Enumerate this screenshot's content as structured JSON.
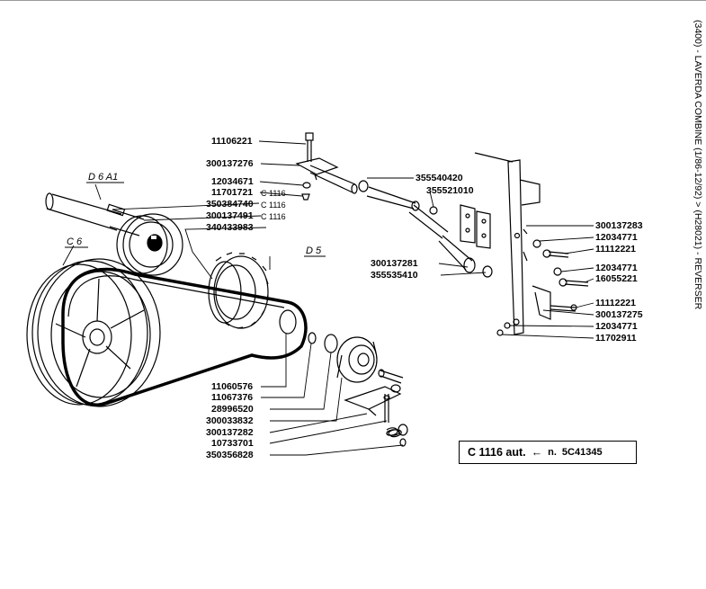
{
  "page": {
    "title": "(3400) - LAVERDA COMBINE (1/86-12/92) > (H28021) - REVERSER"
  },
  "groups": [
    "D 6  A1",
    "C 6",
    "D 5"
  ],
  "left_labels": [
    {
      "code": "11106221",
      "note": ""
    },
    {
      "code": "300137276",
      "note": ""
    },
    {
      "code": "12034671",
      "note": ""
    },
    {
      "code": "11701721",
      "note": "C 1116"
    },
    {
      "code": "350384740",
      "note": "C 1116"
    },
    {
      "code": "300137491",
      "note": "C 1116"
    },
    {
      "code": "340433983",
      "note": ""
    }
  ],
  "bottom_labels": [
    "11060576",
    "11067376",
    "28996520",
    "300033832",
    "300137282",
    "10733701",
    "350356828"
  ],
  "middle_labels": [
    "355540420",
    "355521010",
    "300137281",
    "355535410"
  ],
  "right_labels": [
    "300137283",
    "12034771",
    "11112221",
    "12034771",
    "16055221",
    "11112221",
    "300137275",
    "12034771",
    "11702911"
  ],
  "serial_box": {
    "model": "C 1116 aut.",
    "arrow": "←",
    "prefix": "n.",
    "serial": "5C41345"
  }
}
